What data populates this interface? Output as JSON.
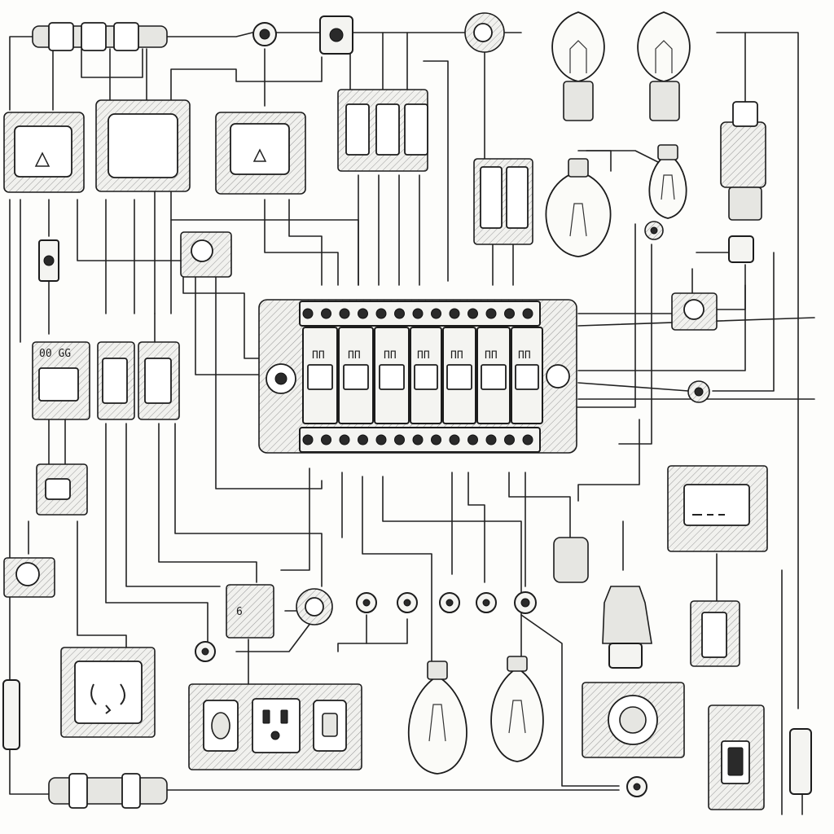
{
  "diagram": {
    "kind": "hand-drawn electrical wiring sketch",
    "labels": {
      "left_breaker_label": "00 GG",
      "breaker_label_1": "ΠΠ",
      "breaker_label_2": "ΠΠ",
      "breaker_label_3": "ΠΠ",
      "breaker_label_4": "ΠΠ",
      "breaker_label_5": "ΠΠ",
      "breaker_label_6": "ΠΠ",
      "breaker_label_7": "ΠΠ",
      "junction_box_label": "6"
    },
    "colors": {
      "ink": "#1c1c1c",
      "paper": "#fdfdfb",
      "panel_fill": "#f4f4f1"
    },
    "components": [
      "distribution-panel",
      "circuit-breaker",
      "light-switch",
      "wall-outlet",
      "light-bulb",
      "fuse",
      "junction-box",
      "terminal-connector",
      "lamp-socket",
      "plug"
    ]
  }
}
